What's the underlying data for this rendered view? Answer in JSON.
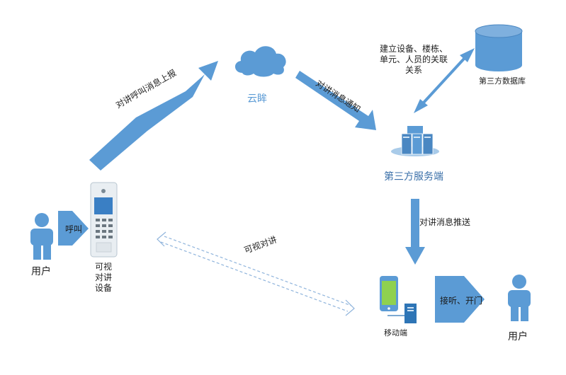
{
  "nodes": {
    "user_left": "用户",
    "call": "呼叫",
    "intercom_device": "可视\n对讲\n设备",
    "cloud": "云眸",
    "third_party_server": "第三方服务端",
    "third_party_db": "第三方数据库",
    "mobile": "移动端",
    "answer_open": "接听、开门",
    "user_right": "用户"
  },
  "edges": {
    "report": "对讲呼叫消息上报",
    "notify": "对讲消息通知",
    "db_relation": "建立设备、楼栋、\n单元、人员的关联\n关系",
    "push": "对讲消息推送",
    "video_intercom": "可视对讲"
  },
  "colors": {
    "primary_blue": "#5b9bd5",
    "dark_blue": "#2e75b6",
    "dashed_line": "#8fb4dc"
  }
}
